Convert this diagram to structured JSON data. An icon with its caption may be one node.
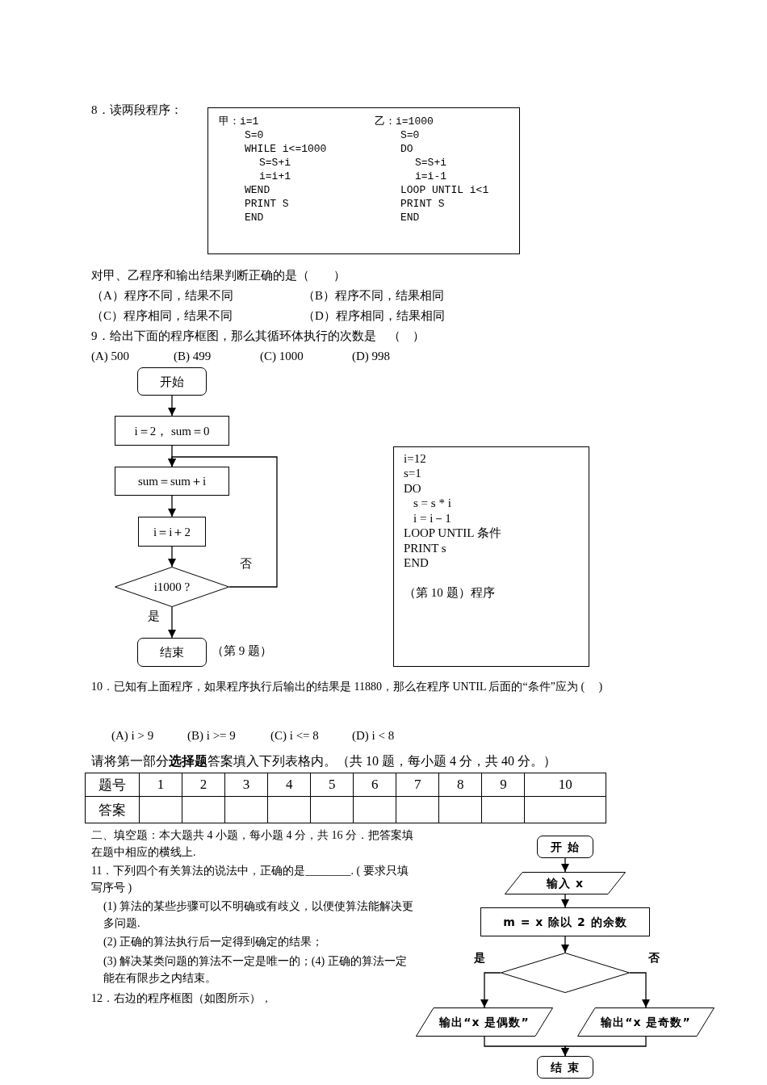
{
  "diagram": {
    "nodes": [
      {
        "text": [
          "甲：i=1",
          "S=0",
          "WHILE i<=1000",
          "S=S+i",
          "i=i+1",
          "WEND",
          "PRINT S",
          "END",
          "乙：i=1000",
          "S=0",
          "DO",
          "S=S+i",
          "i=i-1",
          "LOOP UNTIL i<1",
          "PRINT S",
          "END"
        ]
      },
      {
        "text": [
          "开始"
        ]
      },
      {
        "text": [
          "i＝2， sum＝0"
        ]
      },
      {
        "text": [
          "sum＝sum＋i"
        ]
      },
      {
        "text": [
          "i＝i＋2"
        ]
      },
      {
        "text": [
          "i1000 ?"
        ]
      },
      {
        "text": [
          "结束"
        ],
        "beside": [
          "（第 9 题）"
        ]
      },
      {
        "text": [
          "i=12",
          "s=1",
          "DO",
          "s = s * i",
          "i = i－1",
          "LOOP UNTIL 条件",
          "PRINT s",
          "END",
          "（第 10 题）程序"
        ]
      },
      {
        "text": [
          "开 始"
        ]
      },
      {
        "text": [
          "输入 x"
        ]
      },
      {
        "text": [
          "m = x 除以 2 的余数"
        ]
      },
      {
        "text": [],
        "shape": "diamond"
      },
      {
        "text": [
          "输出“x 是偶数”"
        ]
      },
      {
        "text": [
          "输出“x 是奇数”"
        ]
      },
      {
        "text": [
          "结 束"
        ]
      }
    ],
    "edges": [
      {
        "from": 1,
        "to": 2,
        "arrow": "to"
      },
      {
        "from": 2,
        "to": 3,
        "arrow": "to"
      },
      {
        "from": 3,
        "to": 4,
        "arrow": "to"
      },
      {
        "from": 4,
        "to": 5,
        "arrow": "to"
      },
      {
        "from": 5,
        "to": 3,
        "arrow": "to",
        "label": "否"
      },
      {
        "from": 5,
        "to": 6,
        "arrow": "to",
        "label": "是"
      },
      {
        "from": 8,
        "to": 9,
        "arrow": "to"
      },
      {
        "from": 9,
        "to": 10,
        "arrow": "to"
      },
      {
        "from": 10,
        "to": 11,
        "arrow": "to"
      },
      {
        "from": 11,
        "to": 12,
        "arrow": "to",
        "label": "是"
      },
      {
        "from": 11,
        "to": 13,
        "arrow": "to",
        "label": "否"
      },
      {
        "from": 12,
        "to": 14,
        "arrow": "to"
      },
      {
        "from": 13,
        "to": 14,
        "arrow": "to"
      }
    ],
    "labels": [
      "8．读两段程序：",
      "对甲、乙程序和输出结果判断正确的是（　　）",
      "（A）程序不同，结果不同",
      "（B）程序不同，结果相同",
      "（C）程序相同，结果不同",
      "（D）程序相同，结果相同",
      "9．给出下面的程序框图，那么其循环体执行的次数是　（　）",
      "(A) 500",
      "(B) 499",
      "(C) 1000",
      "(D) 998",
      "10．已知有上面程序，如果程序执行后输出的结果是 11880，那么在程序 UNTIL 后面的“条件”应为 (　 )",
      "(A) i > 9",
      "(B) i >= 9",
      "(C) i <= 8",
      "(D) i < 8",
      "请将第一部分**选择题**答案填入下列表格内。（共 10 题，每小题 4 分，共 40 分。）",
      "题号",
      "1",
      "2",
      "3",
      "4",
      "5",
      "6",
      "7",
      "8",
      "9",
      "10",
      "答案",
      "二、填空题：本大题共 4 小题，每小题 4 分，共 16 分．把答案填在题中相应的横线上.",
      "11．下列四个有关算法的说法中，正确的是________. ( 要求只填写序号 )",
      "(1) 算法的某些步骤可以不明确或有歧义，以便使算法能解决更多问题.",
      "(2) 正确的算法执行后一定得到确定的结果；",
      "(3) 解决某类问题的算法不一定是唯一的；(4) 正确的算法一定能在有限步之内结束。",
      "12．右边的程序框图（如图所示），"
    ]
  }
}
